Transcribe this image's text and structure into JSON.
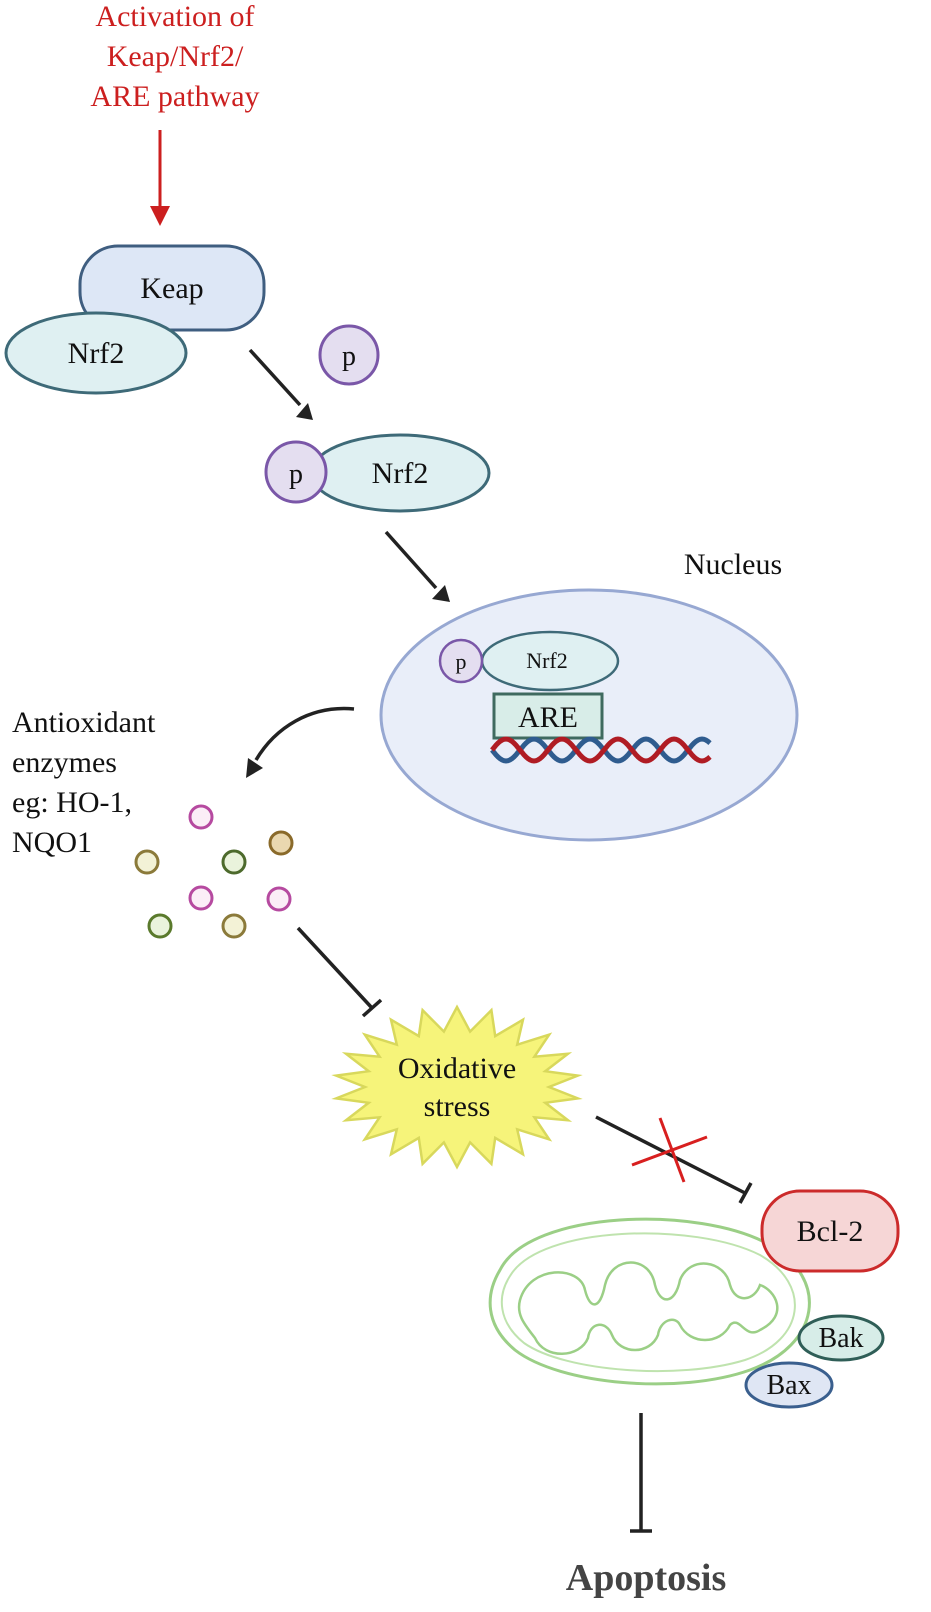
{
  "top_label": [
    "Activation of",
    "Keap/Nrf2/",
    "ARE pathway"
  ],
  "keap_label": "Keap",
  "nrf2_label": "Nrf2",
  "p_label": "p",
  "pnrf2": {
    "p": "p",
    "nrf2": "Nrf2"
  },
  "nucleus": {
    "label": "Nucleus",
    "p": "p",
    "nrf2": "Nrf2",
    "are": "ARE"
  },
  "enzymes_label": [
    "Antioxidant",
    "enzymes",
    "eg: HO-1,",
    "NQO1"
  ],
  "oxidative_stress": [
    "Oxidative",
    "stress"
  ],
  "bcl2_label": "Bcl-2",
  "bak_label": "Bak",
  "bax_label": "Bax",
  "apoptosis_label": "Apoptosis",
  "colors": {
    "activation_red": "#cc1f1f",
    "keap_fill": "#dde7f6",
    "keap_stroke": "#3f5e80",
    "nrf2_fill": "#dff0f2",
    "nrf2_stroke": "#3e6a78",
    "p_fill": "#e4def0",
    "p_stroke": "#7a57a8",
    "nucleus_fill": "#e9eef9",
    "nucleus_stroke": "#97a8d2",
    "are_fill": "#d8ede8",
    "are_stroke": "#3f6a5f",
    "dna_red": "#b01c24",
    "dna_blue": "#2f5c8f",
    "star_fill": "#f6f47a",
    "star_stroke": "#d8d85c",
    "bcl2_fill": "#f6d6d6",
    "bcl2_stroke": "#cc2b2b",
    "mito_stroke": "#9bcf86",
    "bak_fill": "#d7ede8",
    "bak_stroke": "#2f5e57",
    "bax_fill": "#dfe6f4",
    "bax_stroke": "#3a5f8e"
  }
}
